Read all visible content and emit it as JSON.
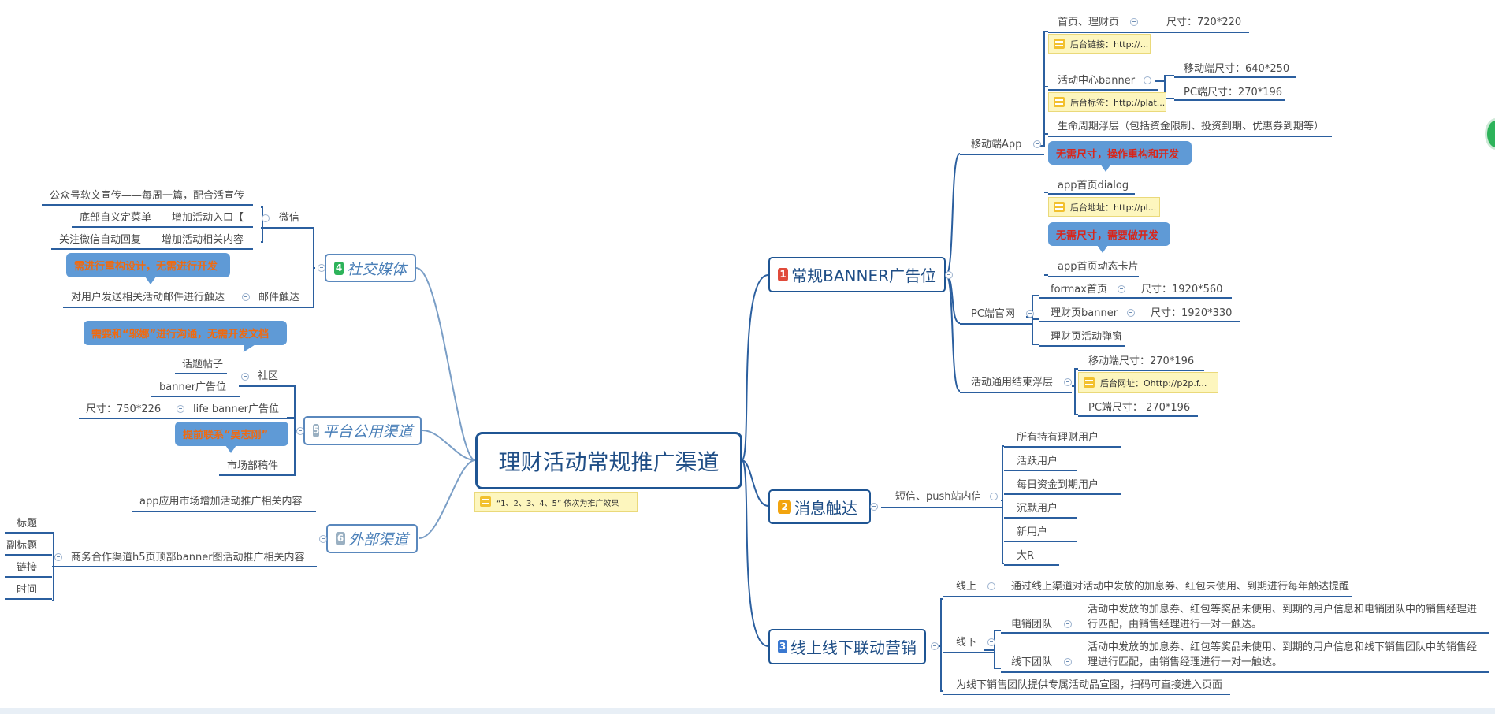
{
  "root": {
    "title": "理财活动常规推广渠道",
    "note": "“1、2、3、4、5” 依次为推广效果"
  },
  "branch1": {
    "num": "1",
    "title": "常规BANNER广告位",
    "color": "#e04a3a",
    "mobile": "移动端App",
    "home": "首页、理财页",
    "home_size": "尺寸：720*220",
    "home_note": "后台链接：http://...",
    "center": "活动中心banner",
    "center_size_mobile": "移动端尺寸：640*250",
    "center_size_pc": "PC端尺寸：270*196",
    "center_note": "后台标签：http://plat...",
    "lifecycle": "生命周期浮层（包括资金限制、投资到期、优惠券到期等）",
    "lifecycle_callout": "无需尺寸，操作重构和开发",
    "dialog": "app首页dialog",
    "dialog_note": "后台地址：http://pl...",
    "dialog_callout": "无需尺寸，需要做开发",
    "card": "app首页动态卡片",
    "pc": "PC端官网",
    "formax": "formax首页",
    "formax_size": "尺寸：1920*560",
    "licai": "理财页banner",
    "licai_size": "尺寸：1920*330",
    "licai_popup": "理财页活动弹窗",
    "float": "活动通用结束浮层",
    "float_mobile": "移动端尺寸：270*196",
    "float_note": "后台网址：Ohttp://p2p.f...",
    "float_pc": "PC端尺寸： 270*196"
  },
  "branch2": {
    "num": "2",
    "title": "消息触达",
    "color": "#f2a40f",
    "channel": "短信、push站内信",
    "users": [
      "所有持有理财用户",
      "活跃用户",
      "每日资金到期用户",
      "沉默用户",
      "新用户",
      "大R"
    ]
  },
  "branch3": {
    "num": "3",
    "title": "线上线下联动营销",
    "color": "#3a78d0",
    "online": "线上",
    "online_text": "通过线上渠道对活动中发放的加息券、红包未使用、到期进行每年触达提醒",
    "offline": "线下",
    "tele": "电销团队",
    "tele_text1": "活动中发放的加息券、红包等奖品未使用、到期的用户信息和电销团队中的销售经理进",
    "tele_text2": "行匹配，由销售经理进行一对一触达。",
    "offteam": "线下团队",
    "offteam_text1": "活动中发放的加息券、红包等奖品未使用、到期的用户信息和线下销售团队中的销售经",
    "offteam_text2": "理进行匹配，由销售经理进行一对一触达。",
    "poster": "为线下销售团队提供专属活动品宣图，扫码可直接进入页面"
  },
  "branch4": {
    "num": "4",
    "title": "社交媒体",
    "color": "#2db35a",
    "wechat": "微信",
    "wechat_items": [
      "公众号软文宣传——每周一篇，配合活宣传",
      "底部自义定菜单——增加活动入口【",
      "关注微信自动回复——增加活动相关内容"
    ],
    "wechat_callout": "需进行重构设计，无需进行开发",
    "email_item": "对用户发送相关活动邮件进行触达",
    "email": "邮件触达"
  },
  "branch5": {
    "num": "5",
    "title": "平台公用渠道",
    "color": "#9ab0c2",
    "callout_top": "需要和“邬娜”进行沟通，无需开发文档",
    "community": "社区",
    "topic": "话题帖子",
    "banner": "banner广告位",
    "life_size": "尺寸：750*226",
    "life": "life banner广告位",
    "callout_bottom": "提前联系“吴志刚”",
    "market": "市场部稿件"
  },
  "branch6": {
    "num": "6",
    "title": "外部渠道",
    "color": "#9ab0c2",
    "app_market": "app应用市场增加活动推广相关内容",
    "partner": "商务合作渠道h5页顶部banner图活动推广相关内容",
    "fields": [
      "标题",
      "副标题",
      "链接",
      "时间"
    ]
  }
}
